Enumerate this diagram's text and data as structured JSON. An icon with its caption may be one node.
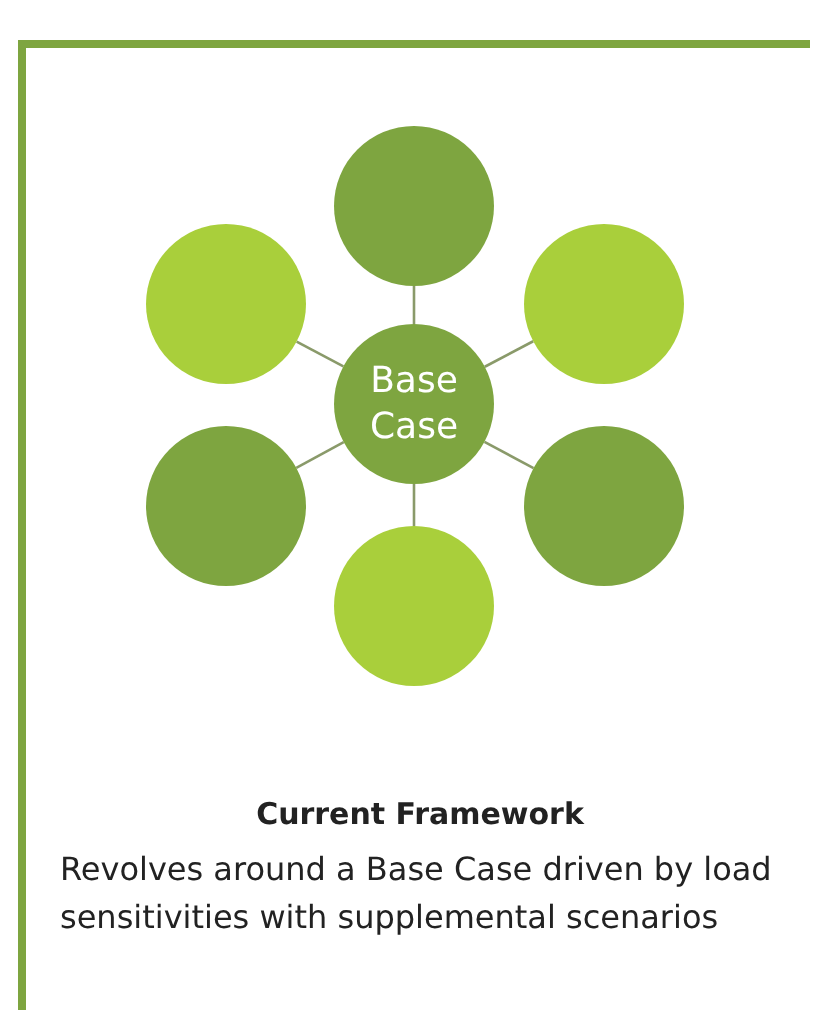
{
  "diagram": {
    "nodes": [
      {
        "text": [
          "Base Case"
        ]
      },
      {
        "text": [],
        "shape": "circle"
      },
      {
        "text": [],
        "shape": "circle"
      },
      {
        "text": [],
        "shape": "circle"
      },
      {
        "text": [],
        "shape": "circle"
      },
      {
        "text": [],
        "shape": "circle"
      },
      {
        "text": [],
        "shape": "circle"
      }
    ],
    "edges": [
      {
        "from": 0,
        "to": 1,
        "arrow": "none"
      },
      {
        "from": 0,
        "to": 2,
        "arrow": "none"
      },
      {
        "from": 0,
        "to": 3,
        "arrow": "none"
      },
      {
        "from": 0,
        "to": 4,
        "arrow": "none"
      },
      {
        "from": 0,
        "to": 5,
        "arrow": "none"
      },
      {
        "from": 0,
        "to": 6,
        "arrow": "none"
      }
    ],
    "labels": [
      "Current Framework",
      "Revolves around a Base Case driven by load sensitivities with supplemental scenarios"
    ]
  }
}
